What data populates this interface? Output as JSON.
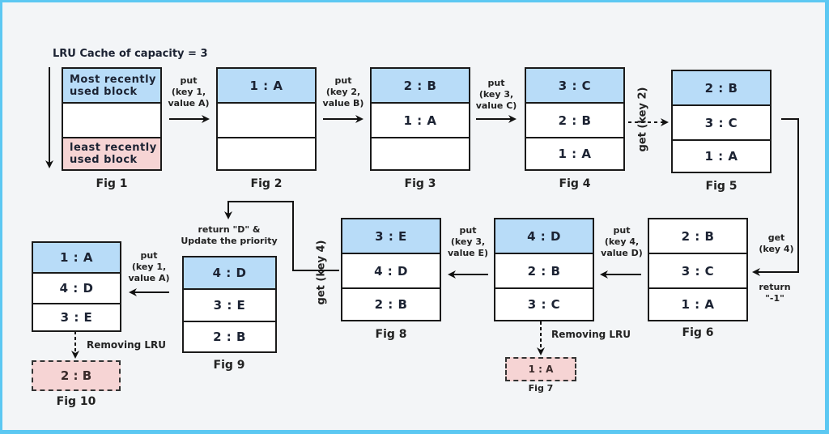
{
  "title": "LRU Cache of capacity = 3",
  "colors": {
    "frame_border": "#5cc8f2",
    "background": "#f3f5f7",
    "most_recent_fill": "#b8dcf8",
    "least_recent_fill": "#f6d4d4",
    "stroke": "#1a1a1a"
  },
  "figures": [
    {
      "id": "fig1",
      "caption": "Fig 1",
      "rows": [
        "Most recently used block",
        "",
        "least recently used block"
      ]
    },
    {
      "id": "fig2",
      "caption": "Fig 2",
      "rows": [
        "1 : A",
        "",
        ""
      ]
    },
    {
      "id": "fig3",
      "caption": "Fig 3",
      "rows": [
        "2 : B",
        "1 : A",
        ""
      ]
    },
    {
      "id": "fig4",
      "caption": "Fig 4",
      "rows": [
        "3 : C",
        "2 : B",
        "1 : A"
      ]
    },
    {
      "id": "fig5",
      "caption": "Fig 5",
      "rows": [
        "2 : B",
        "3 : C",
        "1 : A"
      ]
    },
    {
      "id": "fig6",
      "caption": "Fig 6",
      "rows": [
        "2 : B",
        "3 : C",
        "1 : A"
      ]
    },
    {
      "id": "fig7",
      "caption": "Fig 7",
      "rows": [
        "4 : D",
        "2 : B",
        "3 : C"
      ],
      "removed": "1 : A"
    },
    {
      "id": "fig8",
      "caption": "Fig 8",
      "rows": [
        "3 : E",
        "4 : D",
        "2 : B"
      ]
    },
    {
      "id": "fig9",
      "caption": "Fig 9",
      "rows": [
        "4 : D",
        "3 : E",
        "2 : B"
      ]
    },
    {
      "id": "fig10",
      "caption": "Fig 10",
      "rows": [
        "1 : A",
        "4 : D",
        "3 : E"
      ],
      "removed": "2 : B"
    }
  ],
  "operations": {
    "op1": [
      "put",
      "(key 1,",
      "value A)"
    ],
    "op2": [
      "put",
      "(key 2,",
      "value B)"
    ],
    "op3": [
      "put",
      "(key 3,",
      "value C)"
    ],
    "op4": "get (key 2)",
    "op5": [
      "get",
      "(key 4)"
    ],
    "op5_return": [
      "return",
      "\"-1\""
    ],
    "op6": [
      "put",
      "(key 4,",
      "value D)"
    ],
    "op7": [
      "put",
      "(key 3,",
      "value E)"
    ],
    "op8": "get (key 4)",
    "op8_return": [
      "return \"D\" &",
      "Update the priority"
    ],
    "op9": [
      "put",
      "(key 1,",
      "value A)"
    ],
    "removing_lru": "Removing LRU"
  }
}
